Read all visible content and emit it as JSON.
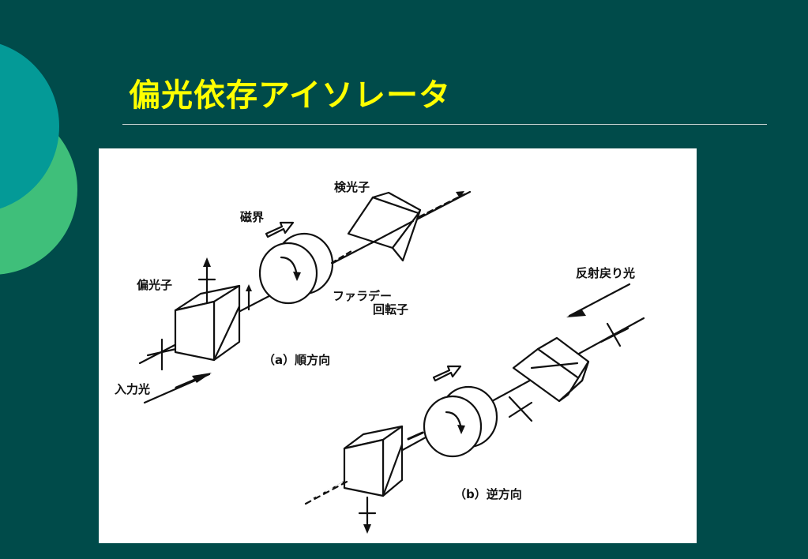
{
  "slide": {
    "title": "偏光依存アイソレータ"
  },
  "figure": {
    "labels": {
      "analyzer": "検光子",
      "magnetic_field": "磁界",
      "polarizer": "偏光子",
      "faraday_rotator_line1": "ファラデー",
      "faraday_rotator_line2": "回転子",
      "reflected_light": "反射戻り光",
      "forward_caption": "（a）順方向",
      "input_light": "入力光",
      "backward_caption": "（b）逆方向"
    }
  },
  "colors": {
    "background": "#004b4a",
    "title": "#ffff00",
    "circle_teal": "#049a97",
    "circle_green": "#3fbf7a"
  }
}
